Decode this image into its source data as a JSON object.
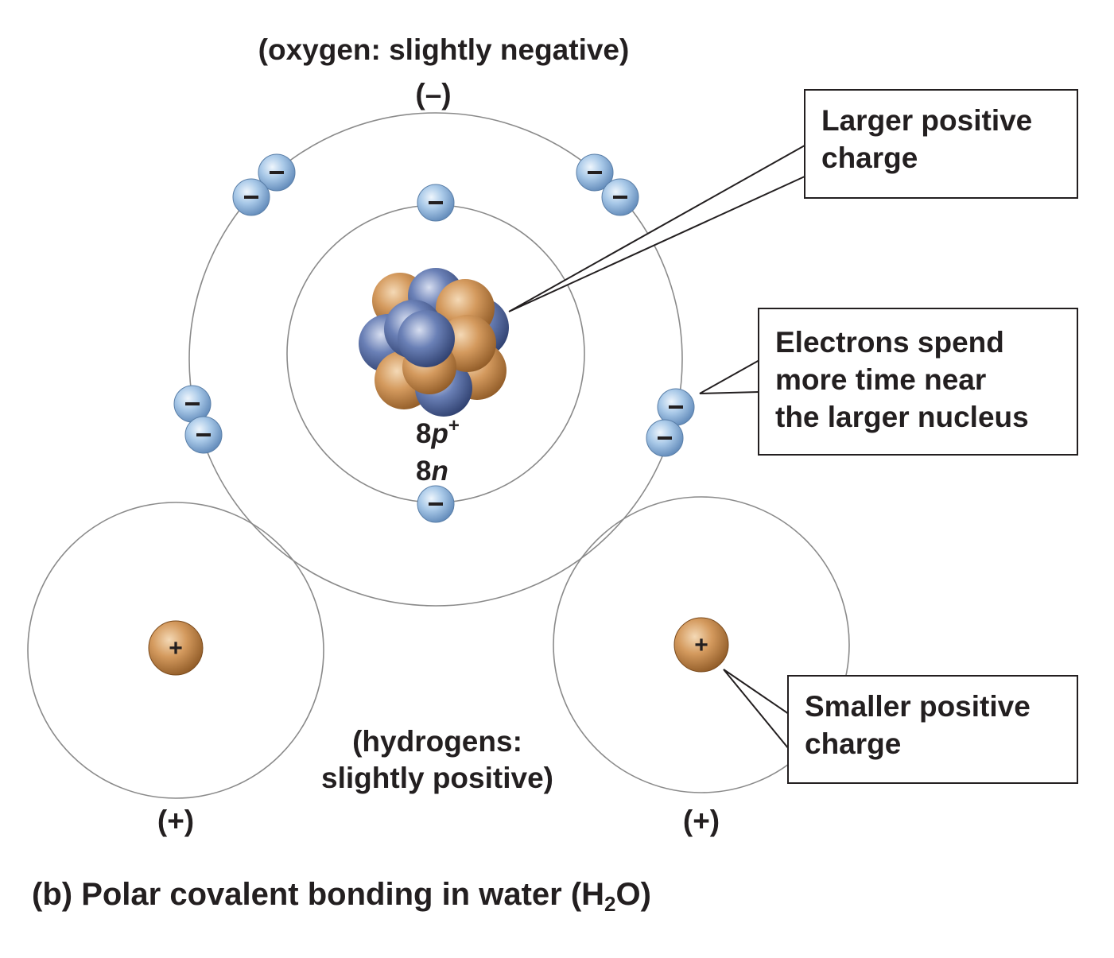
{
  "oxygen": {
    "label": "(oxygen: slightly negative)",
    "charge": "(–)",
    "nucleus_protons": "8",
    "proton_symbol": "p",
    "proton_sup": "+",
    "nucleus_neutrons": "8",
    "neutron_symbol": "n"
  },
  "hydrogens": {
    "label_line1": "(hydrogens:",
    "label_line2": "slightly positive)",
    "left_charge": "(+)",
    "right_charge": "(+)",
    "proton_sign": "+"
  },
  "electron_sign": "–",
  "callouts": {
    "larger_charge": [
      "Larger positive",
      "charge"
    ],
    "electrons_near": [
      "Electrons spend",
      "more time near",
      "the larger nucleus"
    ],
    "smaller_charge": [
      "Smaller positive",
      "charge"
    ]
  },
  "caption": {
    "prefix": "(b) Polar covalent bonding in water (H",
    "subscript": "2",
    "suffix": "O)"
  },
  "colors": {
    "electron": "#8fb6dd",
    "proton": "#c9854a",
    "neutron": "#4a6199",
    "orbit": "#8a8a8a",
    "text": "#231f20"
  }
}
